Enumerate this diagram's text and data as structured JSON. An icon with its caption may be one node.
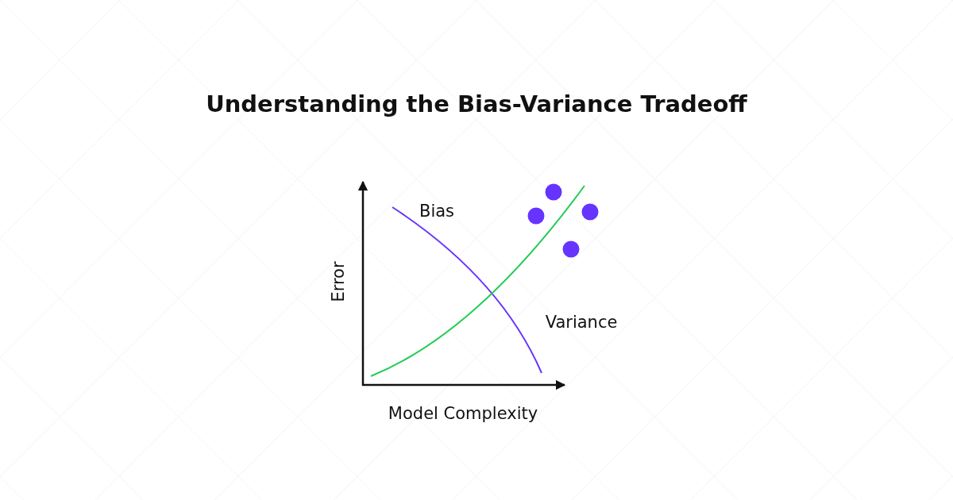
{
  "diagram": {
    "title": "Understanding the Bias-Variance Tradeoff",
    "labels": [
      "Bias",
      "Error",
      "Variance",
      "Model Complexity"
    ]
  }
}
